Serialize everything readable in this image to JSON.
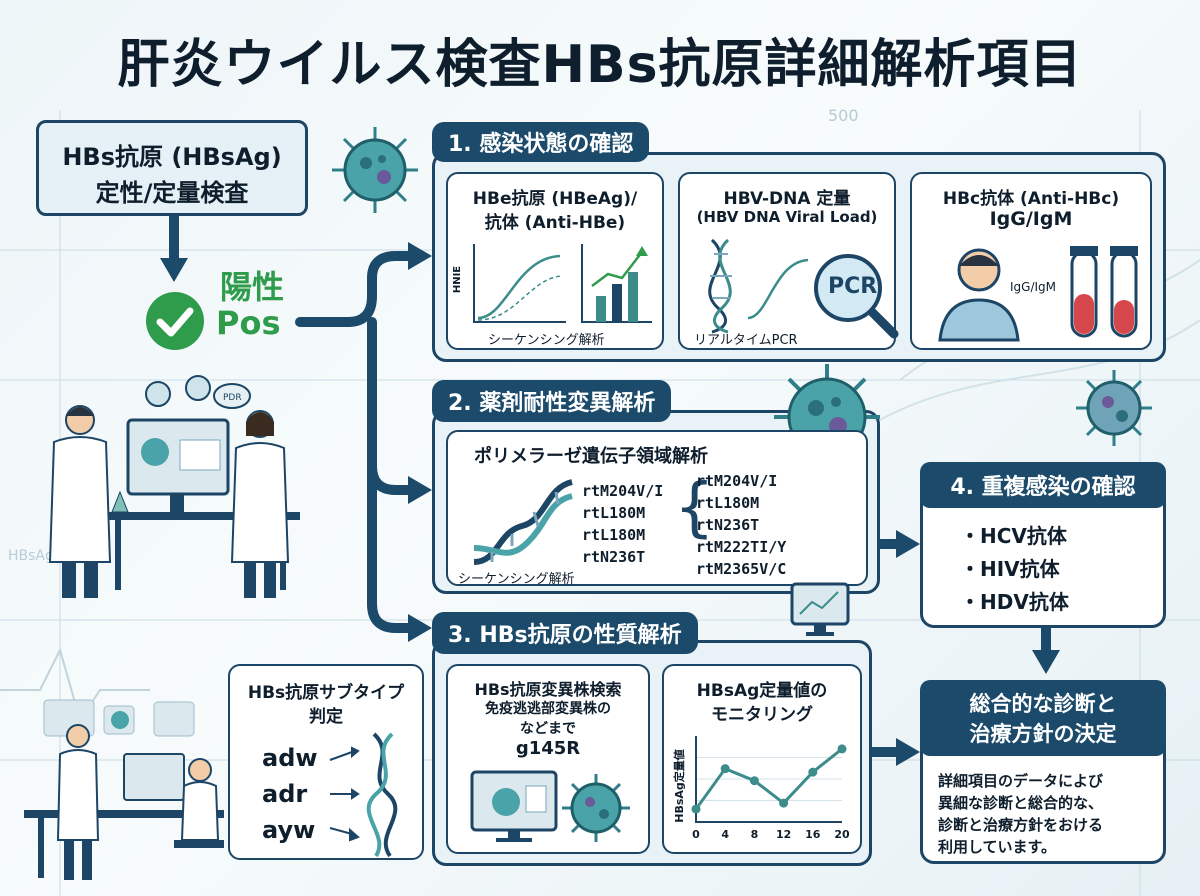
{
  "title": "肝炎ウイルス検査HBs抗原詳細解析項目",
  "start": {
    "line1": "HBs抗原 (HBsAg)",
    "line2": "定性/定量検査"
  },
  "positive": {
    "jp": "陽性",
    "en": "Pos"
  },
  "section1": {
    "label": "1. 感染状態の確認",
    "hbe": {
      "line1": "HBe抗原 (HBeAg)/",
      "line2": "抗体 (Anti-HBe)",
      "axis": "HNIE",
      "caption": "シーケンシング解析"
    },
    "dna": {
      "line1": "HBV-DNA 定量",
      "line2": "(HBV DNA Viral Load)",
      "badge": "PCR",
      "caption": "リアルタイムPCR"
    },
    "hbc": {
      "line1": "HBc抗体 (Anti-HBc)",
      "line2": "IgG/IgM",
      "tag": "IgG/IgM"
    }
  },
  "section2": {
    "label": "2. 薬剤耐性変異解析",
    "subtitle": "ポリメラーゼ遺伝子領域解析",
    "list_a": [
      "rtM204V/I",
      "rtL180M",
      "rtL180M",
      "rtN236T"
    ],
    "list_b": [
      "rtM204V/I",
      "rtL180M",
      "rtN236T",
      "rtM222TI/Y",
      "rtM2365V/C"
    ],
    "caption": "シーケンシング解析"
  },
  "section3": {
    "label": "3. HBs抗原の性質解析",
    "subtype": {
      "title1": "HBs抗原サブタイプ",
      "title2": "判定",
      "types": [
        "adw",
        "adr",
        "ayw"
      ]
    },
    "variant": {
      "line1": "HBs抗原変異株検索",
      "line2": "免疫逃逃部変異株の",
      "line3": "などまで",
      "line4": "g145R"
    },
    "monitor": {
      "line1": "HBsAg定量値の",
      "line2": "モニタリング",
      "ylabel": "HBsAg定量値"
    }
  },
  "section4": {
    "label": "4. 重複感染の確認",
    "items": [
      "・HCV抗体",
      "・HIV抗体",
      "・HDV抗体"
    ]
  },
  "final": {
    "line1": "総合的な診断と",
    "line2": "治療方針の決定",
    "desc": [
      "詳細項目のデータによび",
      "異細な診断と総合的な、",
      "診断と治療方針をおける",
      "利用しています。"
    ]
  },
  "deco": {
    "pdr": "PDR",
    "hbsag": "HBsAg",
    "num": "500"
  },
  "colors": {
    "navy": "#1b4a6b",
    "green": "#2e9c4a",
    "teal": "#3c8c8c"
  },
  "chart_data": {
    "type": "line",
    "x": [
      0,
      4,
      8,
      12,
      16,
      20
    ],
    "y": [
      0.15,
      0.62,
      0.48,
      0.22,
      0.58,
      0.85
    ],
    "xticks": [
      "0",
      "4",
      "8",
      "12",
      "16",
      "20"
    ],
    "ylabel": "HBsAg定量値"
  }
}
